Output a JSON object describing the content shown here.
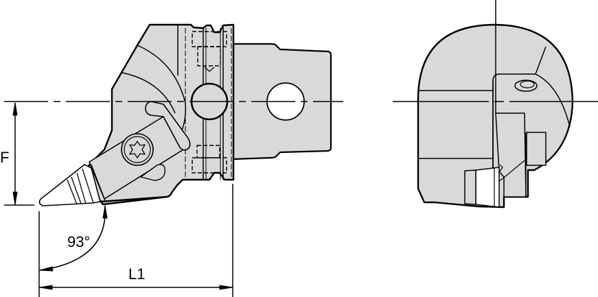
{
  "drawing": {
    "type": "technical-drawing",
    "views": [
      {
        "name": "side-view",
        "description": "Cutting unit side view with insert"
      },
      {
        "name": "end-view",
        "description": "Cutting unit end view"
      }
    ],
    "dimensions": {
      "height_label": "F",
      "length_label": "L1",
      "angle_label": "93°"
    },
    "colors": {
      "fill": "#d9d9d9",
      "stroke": "#000000",
      "insert_fill": "#ffffff",
      "background": "#ffffff"
    }
  }
}
